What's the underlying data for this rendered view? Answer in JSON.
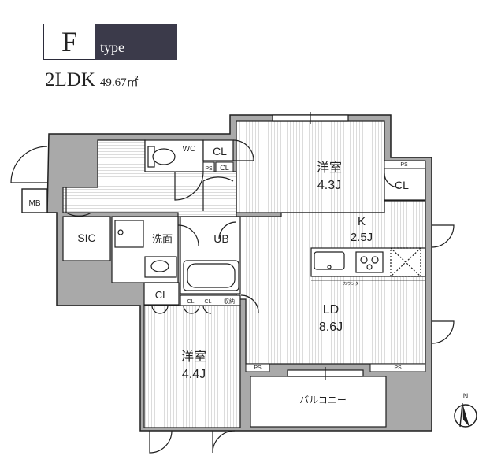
{
  "header": {
    "type_letter": "F",
    "type_word": "type",
    "layout_name": "2LDK",
    "area": "49.67㎡"
  },
  "rooms": {
    "bedroom_north": {
      "name": "洋室",
      "size": "4.3J"
    },
    "bedroom_south": {
      "name": "洋室",
      "size": "4.4J"
    },
    "kitchen": {
      "name": "K",
      "size": "2.5J"
    },
    "living_dining": {
      "name": "LD",
      "size": "8.6J"
    },
    "balcony": "バルコニー",
    "wc": "WC",
    "ub": "UB",
    "washroom": "洗面",
    "sic": "SIC",
    "mb": "MB"
  },
  "labels": {
    "cl": "CL",
    "ps": "PS",
    "storage": "収納",
    "counter": "カウンター"
  },
  "compass": {
    "north": "N"
  },
  "colors": {
    "wall": "#1f1f1f",
    "wall_gray": "#a9a9a9",
    "floor_stripe": "#d8d8d8",
    "header_band": "#3b3a4a"
  }
}
